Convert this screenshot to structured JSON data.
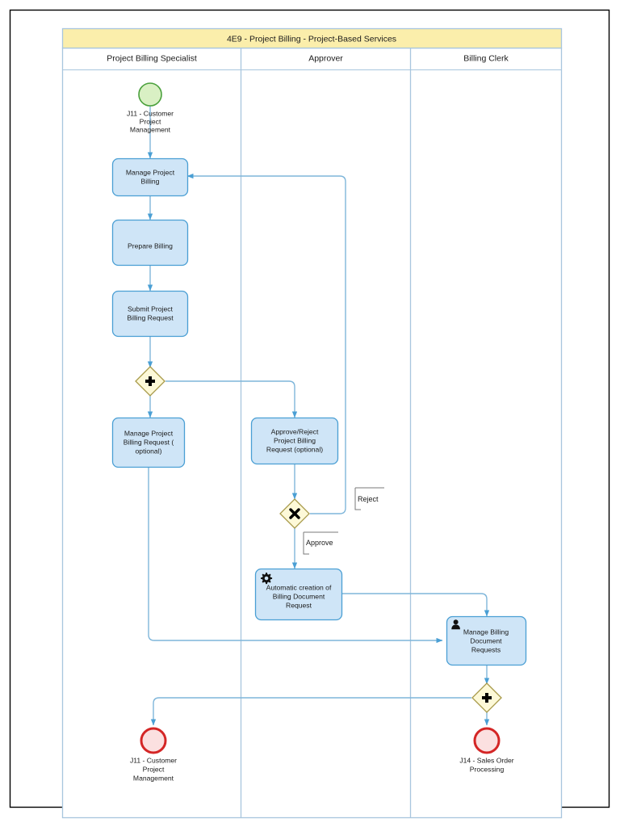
{
  "frame": {
    "border_color": "#000000",
    "background": "#ffffff"
  },
  "pool": {
    "title": "4E9 - Project Billing - Project-Based Services",
    "header_fill": "#fbeeab",
    "header_stroke": "#a8c6de",
    "body_stroke": "#a8c6de",
    "lanes": [
      {
        "name": "lane-project-billing-specialist",
        "label": "Project Billing Specialist"
      },
      {
        "name": "lane-approver",
        "label": "Approver"
      },
      {
        "name": "lane-billing-clerk",
        "label": "Billing Clerk"
      }
    ]
  },
  "colors": {
    "task_fill": "#cfe5f7",
    "task_stroke": "#4a9fd4",
    "gateway_fill": "#fdf9d8",
    "gateway_stroke": "#a89a4a",
    "start_fill": "#d9f0c4",
    "start_stroke": "#4aa03c",
    "end_fill": "#fbe0e0",
    "end_stroke": "#d42626",
    "connector": "#7fb6da",
    "arrowhead": "#4a9fd4",
    "label_box_stroke": "#7a7a7a"
  },
  "nodes": {
    "start_event": {
      "type": "start-event",
      "label": "J11 - Customer Project Management",
      "label_lines": [
        "J11 - Customer",
        "Project",
        "Management"
      ]
    },
    "task_manage_project_billing": {
      "type": "task",
      "label": "Manage Project Billing",
      "label_lines": [
        "Manage Project",
        "Billing"
      ],
      "marker": "none"
    },
    "task_prepare_billing": {
      "type": "task",
      "label": "Prepare Billing",
      "label_lines": [
        "Prepare Billing"
      ],
      "marker": "none"
    },
    "task_submit_project_billing_request": {
      "type": "task",
      "label": "Submit Project Billing Request",
      "label_lines": [
        "Submit Project",
        "Billing Request"
      ],
      "marker": "none"
    },
    "gateway_parallel_split": {
      "type": "parallel-gateway",
      "symbol": "plus"
    },
    "task_manage_project_billing_request": {
      "type": "task",
      "label": "Manage Project Billing Request ( optional)",
      "label_lines": [
        "Manage Project",
        "Billing Request (",
        "optional)"
      ],
      "marker": "none"
    },
    "task_approve_reject": {
      "type": "task",
      "label": "Approve/Reject Project Billing Request (optional)",
      "label_lines": [
        "Approve/Reject",
        "Project Billing",
        "Request (optional)"
      ],
      "marker": "none"
    },
    "gateway_exclusive": {
      "type": "exclusive-gateway",
      "symbol": "x"
    },
    "task_automatic_creation": {
      "type": "service-task",
      "label": "Automatic creation of Billing Document Request",
      "label_lines": [
        "Automatic creation of",
        "Billing Document",
        "Request"
      ],
      "marker": "gear-icon"
    },
    "task_manage_billing_document_requests": {
      "type": "user-task",
      "label": "Manage Billing Document Requests",
      "label_lines": [
        "Manage Billing",
        "Document",
        "Requests"
      ],
      "marker": "person-icon"
    },
    "gateway_parallel_join": {
      "type": "parallel-gateway",
      "symbol": "plus"
    },
    "end_event_j11": {
      "type": "end-event",
      "label": "J11 - Customer Project Management",
      "label_lines": [
        "J11 - Customer",
        "Project",
        "Management"
      ]
    },
    "end_event_j14": {
      "type": "end-event",
      "label": "J14 - Sales Order Processing",
      "label_lines": [
        "J14 - Sales Order",
        "Processing"
      ]
    }
  },
  "edge_labels": {
    "reject": "Reject",
    "approve": "Approve"
  }
}
